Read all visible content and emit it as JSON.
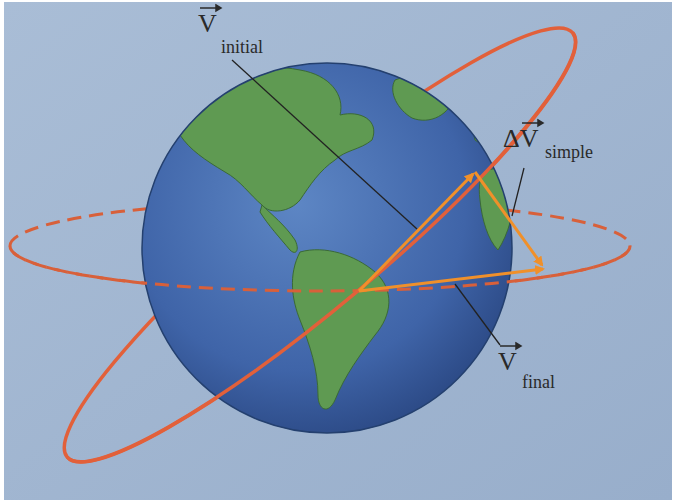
{
  "diagram": {
    "labels": [
      "V",
      "initial",
      "ΔV",
      "simple",
      "V",
      "final"
    ]
  }
}
